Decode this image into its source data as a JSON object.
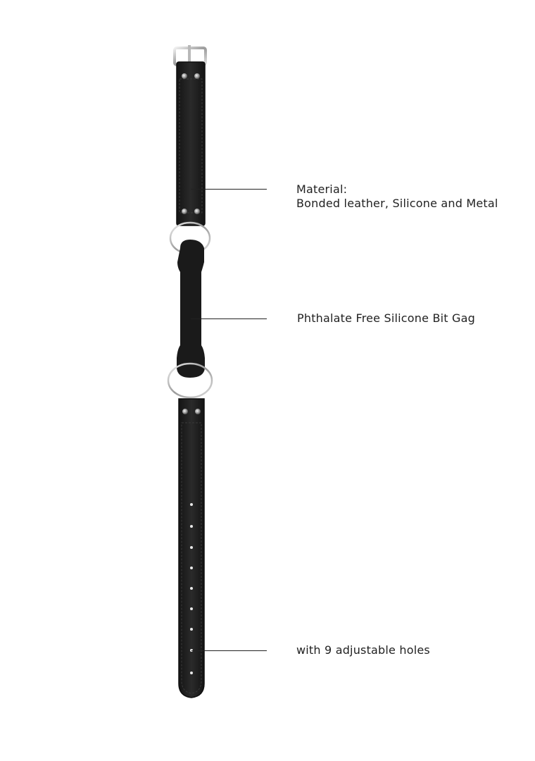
{
  "image": {
    "subject": "bit-gag-strap",
    "background": "#ffffff",
    "colors": {
      "leather": "#1e1e1e",
      "leather_edge": "#0f0f0f",
      "stitch": "#3a3a3a",
      "silicone": "#1a1a1a",
      "metal": "#c9c9c9",
      "text": "#222222"
    }
  },
  "callouts": [
    {
      "line1": "Material:",
      "line2": "Bonded leather, Silicone and Metal"
    },
    {
      "line1": "Phthalate Free Silicone Bit Gag"
    },
    {
      "line1": "with 9 adjustable holes"
    }
  ],
  "adjustable_holes_count": 9
}
